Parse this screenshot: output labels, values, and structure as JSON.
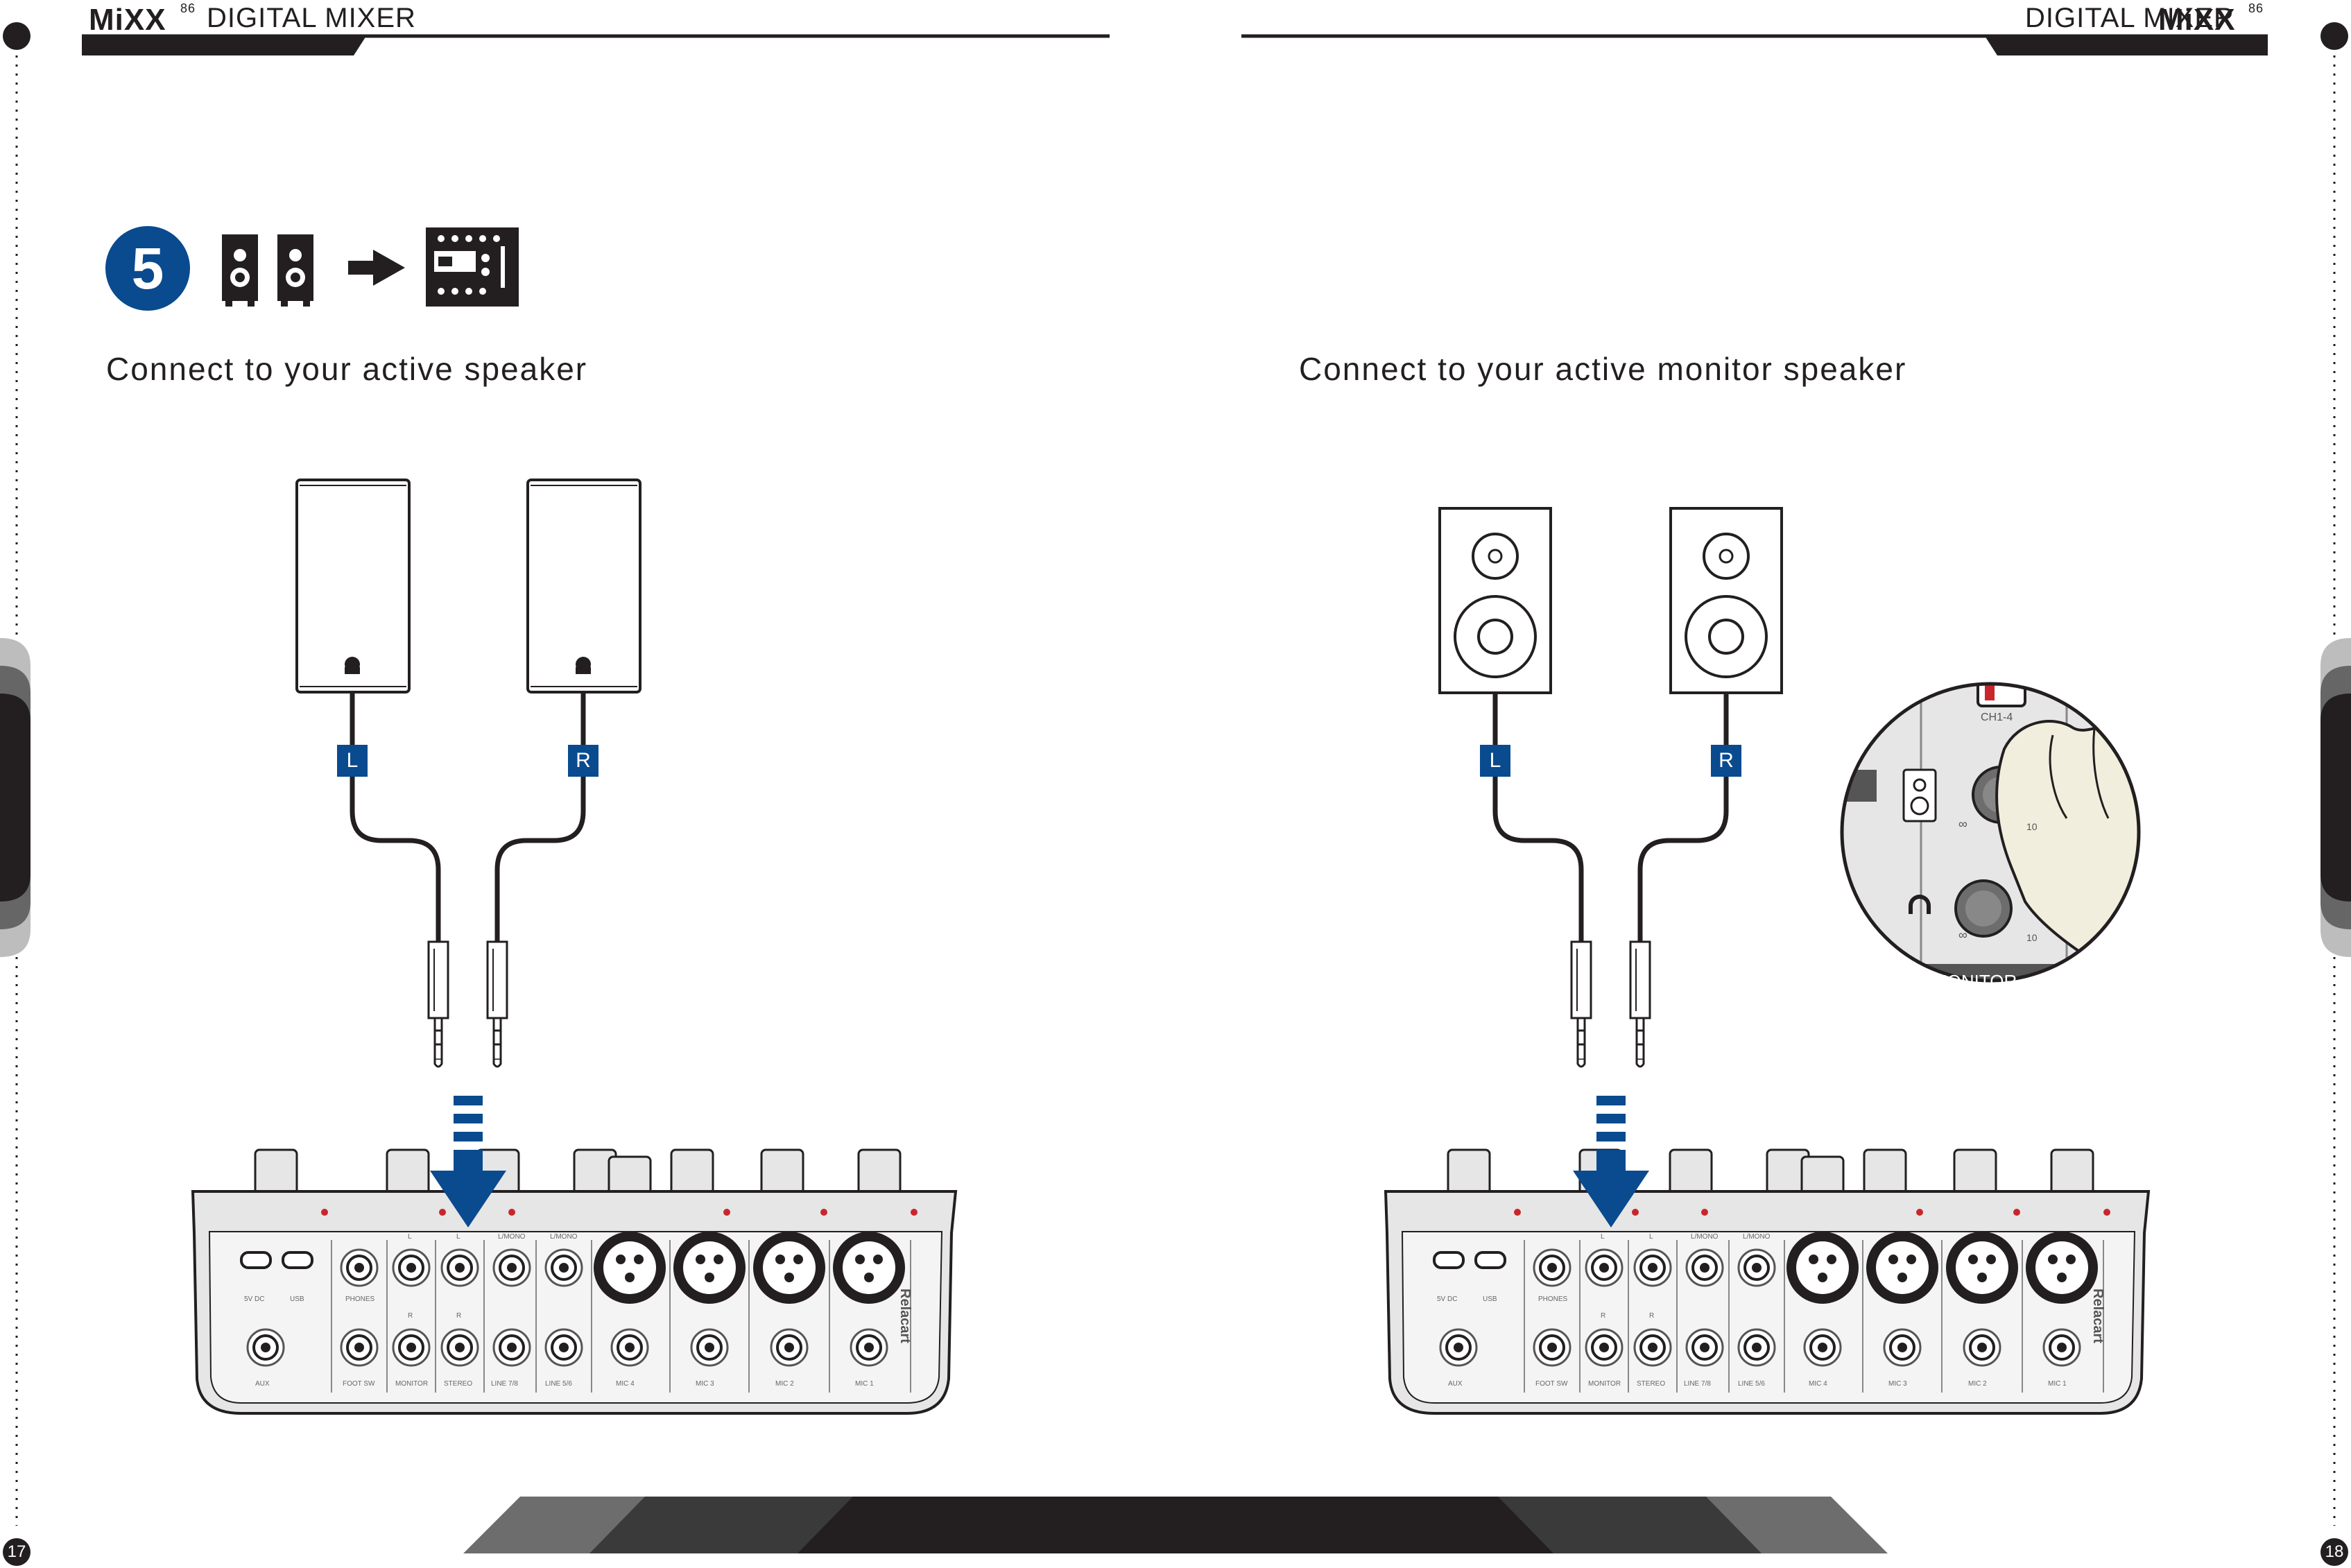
{
  "header": {
    "brand_left": "MiXX",
    "brand_left_model": "86",
    "title_left": "DIGITAL MIXER",
    "title_right": "DIGITAL MIXER",
    "brand_right": "MiXX",
    "brand_right_model": "86"
  },
  "step": {
    "number": "5"
  },
  "left_panel": {
    "caption": "Connect to your active speaker",
    "channel_left": "L",
    "channel_right": "R"
  },
  "right_panel": {
    "caption": "Connect to your active monitor speaker",
    "channel_left": "L",
    "channel_right": "R",
    "inset": {
      "switch_label": "CH1-4",
      "scale_min": "∞",
      "scale_max": "10",
      "section_label": "MONITOR"
    }
  },
  "mixer": {
    "brand": "Relacart",
    "top_labels": [
      "L",
      "L",
      "L/MONO",
      "L/MONO"
    ],
    "mid_labels": [
      "R",
      "R"
    ],
    "row1_labels": [
      "5V DC",
      "USB",
      "PHONES"
    ],
    "row2_labels": [
      "AUX",
      "FOOT SW",
      "MONITOR",
      "STEREO",
      "LINE 7/8",
      "LINE 5/6",
      "MIC 4",
      "MIC 3",
      "MIC 2",
      "MIC 1"
    ]
  },
  "footer": {
    "page_left": "17",
    "page_right": "18"
  },
  "colors": {
    "accent_blue": "#0a4a8f",
    "dark": "#231f20",
    "mixer_grey": "#e6e6e6",
    "hand": "#f2eede"
  }
}
